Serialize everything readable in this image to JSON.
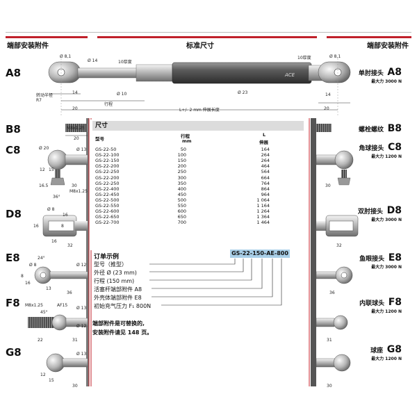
{
  "header": {
    "left": "端部安装附件",
    "center": "标准尺寸",
    "right": "端部安装附件"
  },
  "rows": [
    {
      "code": "A8",
      "name": "单肘接头",
      "max": "最大力 3000 N"
    },
    {
      "code": "B8",
      "name": "螺栓螺纹",
      "max": ""
    },
    {
      "code": "C8",
      "name": "角球接头",
      "max": "最大力 1200 N"
    },
    {
      "code": "D8",
      "name": "双肘接头",
      "max": "最大力 3000 N"
    },
    {
      "code": "E8",
      "name": "鱼眼接头",
      "max": "最大力 3000 N"
    },
    {
      "code": "F8",
      "name": "内联球头",
      "max": "最大力 1200 N"
    },
    {
      "code": "G8",
      "name": "球座",
      "max": "最大力 1200 N"
    }
  ],
  "a8_dims": {
    "d81_left": "Ø 8,1",
    "d14": "Ø 14",
    "thick_left": "10厚度",
    "r7": "转动半径\nR7",
    "d14_b": "14",
    "d10": "Ø 10",
    "stroke": "行程",
    "d20_left": "20",
    "d23": "Ø 23",
    "thick_right": "10厚度",
    "d81_right": "Ø 8,1",
    "d14_right": "14",
    "d20_right": "20",
    "length": "L+/- 2 mm 伸展长度"
  },
  "b8_dims": {
    "m8": "M8x1.25",
    "d20": "20"
  },
  "c8_dims": {
    "d20": "Ø 20",
    "d13": "Ø 13",
    "d12": "12",
    "d15": "15",
    "d165": "16.5",
    "d30": "30",
    "m8": "M8x1.25",
    "angle": "36°",
    "d30_right": "30"
  },
  "d8_dims": {
    "d8": "Ø 8",
    "d16": "16",
    "d8b": "8",
    "d16b": "16",
    "d32": "32",
    "d16c": "16",
    "d32_right": "32"
  },
  "e8_dims": {
    "angle": "24°",
    "d8": "Ø 8",
    "d12": "Ø 12",
    "d8b": "8",
    "d16": "16",
    "d13": "13",
    "d36": "36",
    "d36_right": "36"
  },
  "f8_dims": {
    "m8": "M8x1.25",
    "angle": "45°",
    "af15": "AF15",
    "d13": "Ø 13",
    "d22": "22",
    "d31": "31",
    "d12": "Ø 12",
    "d31_right": "31"
  },
  "g8_dims": {
    "d13": "Ø 13",
    "d12": "12",
    "d15": "15",
    "d30": "30",
    "d30_right": "30"
  },
  "table": {
    "title": "尺寸",
    "headers": {
      "model": "型号",
      "stroke": "行程",
      "stroke_unit": "mm",
      "length": "L",
      "length_sub": "伸展"
    },
    "rows": [
      [
        "GS-22-50",
        "50",
        "164"
      ],
      [
        "GS-22-100",
        "100",
        "264"
      ],
      [
        "GS-22-150",
        "150",
        "264"
      ],
      [
        "GS-22-200",
        "200",
        "464"
      ],
      [
        "GS-22-250",
        "250",
        "564"
      ],
      [
        "GS-22-200",
        "300",
        "664"
      ],
      [
        "GS-22-250",
        "350",
        "764"
      ],
      [
        "GS-22-400",
        "400",
        "864"
      ],
      [
        "GS-22-450",
        "450",
        "964"
      ],
      [
        "GS-22-500",
        "500",
        "1 064"
      ],
      [
        "GS-22-550",
        "550",
        "1 164"
      ],
      [
        "GS-22-600",
        "600",
        "1 264"
      ],
      [
        "GS-22-650",
        "650",
        "1 364"
      ],
      [
        "GS-22-700",
        "700",
        "1 464"
      ]
    ]
  },
  "order": {
    "title": "订单示例",
    "code": "GS-22-150-AE-800",
    "lines": [
      "型号（推型）",
      "外径 Ø (23 mm)",
      "行程 (150 mm)",
      "活塞杆端部附件 A8",
      "外壳体端部附件 E8",
      "初始充气压力 F₁ 800N"
    ]
  },
  "note": {
    "line1": "端部附件是可替换的,",
    "line2": "安装附件请见 148 页。"
  },
  "colors": {
    "accent_red": "#c0202a",
    "highlight_blue": "#a9cfe8",
    "table_header_gray": "#dcdcdc"
  }
}
